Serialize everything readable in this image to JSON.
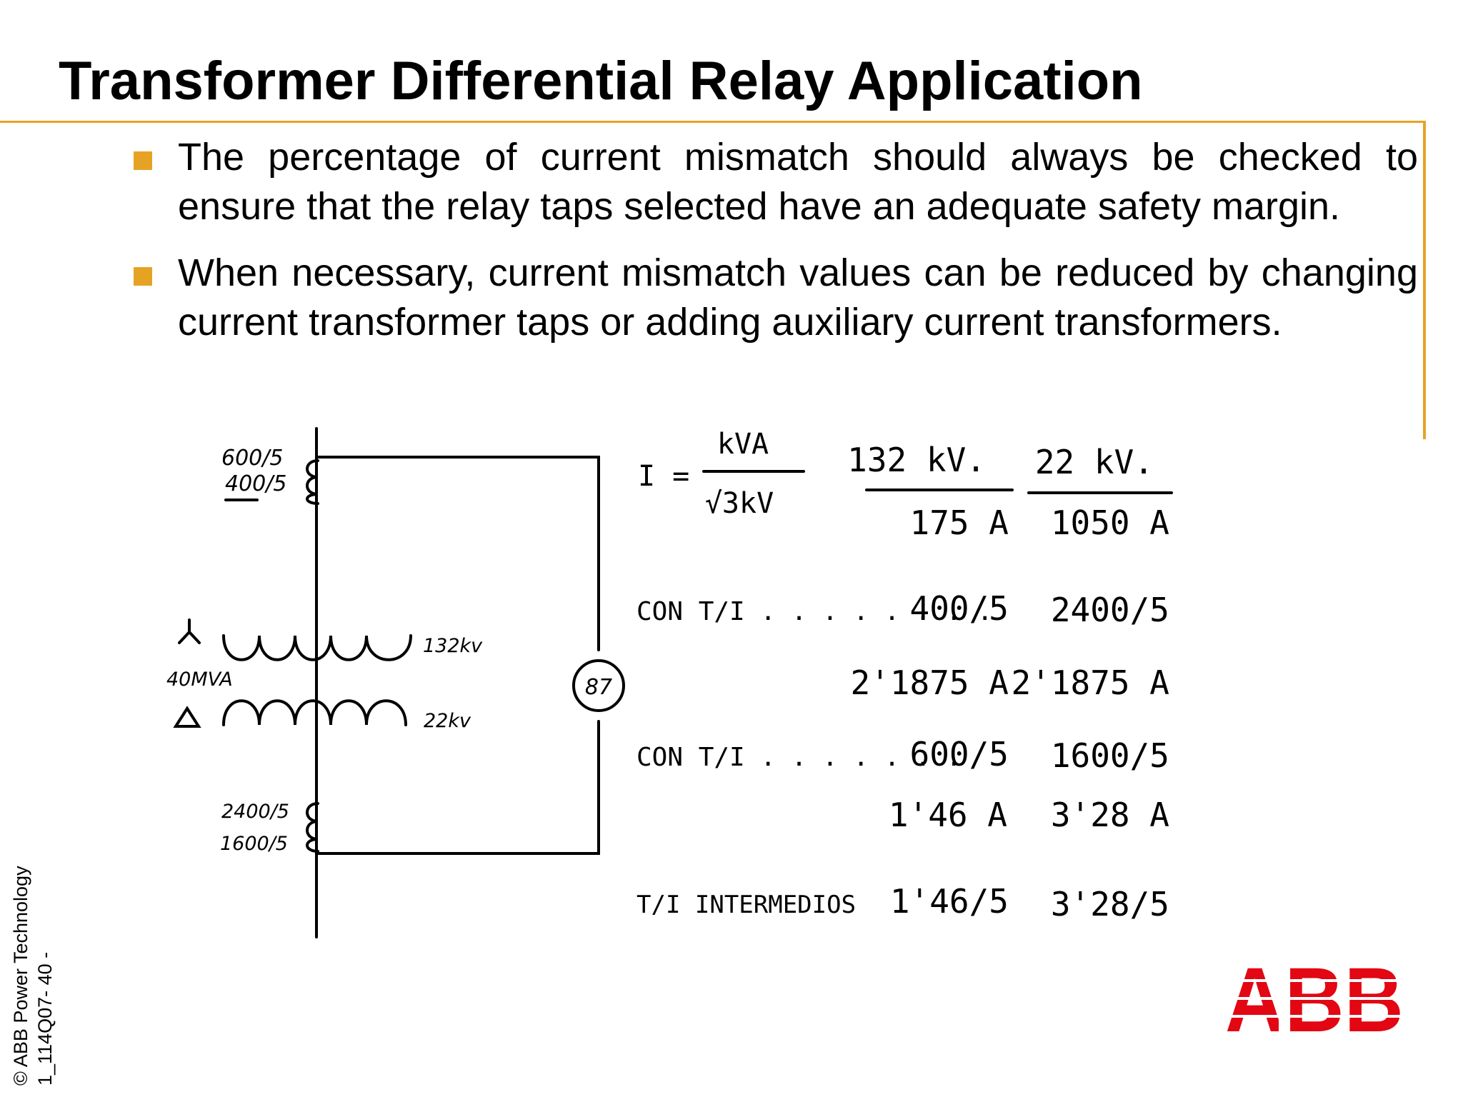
{
  "title": "Transformer Differential Relay Application",
  "bullets": [
    {
      "text": "The percentage of current mismatch should always be checked to ensure that the relay taps selected have an adequate safety margin."
    },
    {
      "text": "When necessary, current mismatch values can be reduced by changing current transformer taps or adding auxiliary current transformers."
    }
  ],
  "footer": {
    "copyright": "© ABB Power Technology",
    "slide_code": "1_114Q07- 40 -"
  },
  "logo": {
    "text": "ABB",
    "color": "#e30613"
  },
  "accent_color": "#e6a323",
  "diagram": {
    "ct_top_ratio_1": "600/5",
    "ct_top_ratio_2": "400/5",
    "winding_hv_label": "132kv",
    "power_label": "40MVA",
    "winding_lv_label": "22kv",
    "ct_bottom_ratio_1": "2400/5",
    "ct_bottom_ratio_2": "1600/5",
    "relay_label": "87"
  },
  "calc": {
    "formula_lhs": "I =",
    "formula_num": "kVA",
    "formula_den": "√3kV",
    "col1_header": "132 kV.",
    "col2_header": "22 kV.",
    "col1_current": "175 A",
    "col2_current": "1050 A",
    "row1_label": "CON T/I . . . . . . . .",
    "row1_c1": "400/5",
    "row1_c2": "2400/5",
    "row2_c1": "2'1875 A",
    "row2_c2": "2'1875 A",
    "row3_label": "CON T/I . . . . . . .",
    "row3_c1": "600/5",
    "row3_c2": "1600/5",
    "row4_c1": "1'46 A",
    "row4_c2": "3'28 A",
    "row5_label": "T/I INTERMEDIOS",
    "row5_c1": "1'46/5",
    "row5_c2": "3'28/5"
  }
}
